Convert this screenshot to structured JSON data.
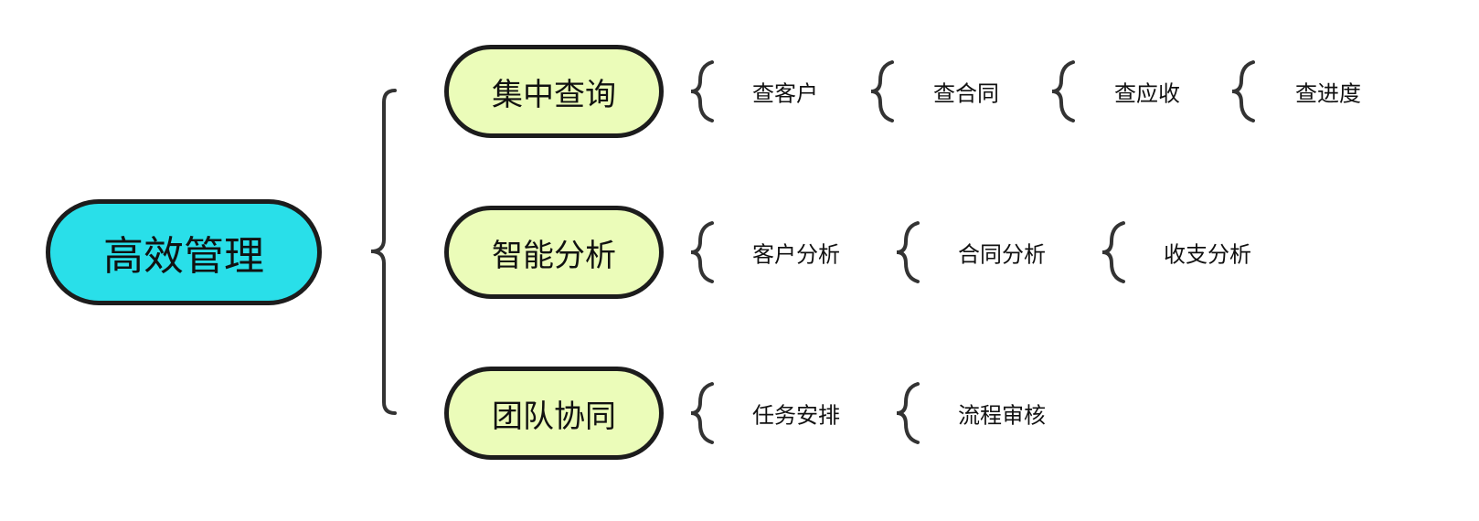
{
  "root": {
    "label": "高效管理",
    "color": "#29dfe9"
  },
  "branches": [
    {
      "label": "集中查询",
      "leaves": [
        "查客户",
        "查合同",
        "查应收",
        "查进度"
      ]
    },
    {
      "label": "智能分析",
      "leaves": [
        "客户分析",
        "合同分析",
        "收支分析"
      ]
    },
    {
      "label": "团队协同",
      "leaves": [
        "任务安排",
        "流程审核"
      ]
    }
  ],
  "colors": {
    "branch_fill": "#ebfcb9",
    "stroke": "#1c1c1c",
    "brace": "#333333"
  }
}
